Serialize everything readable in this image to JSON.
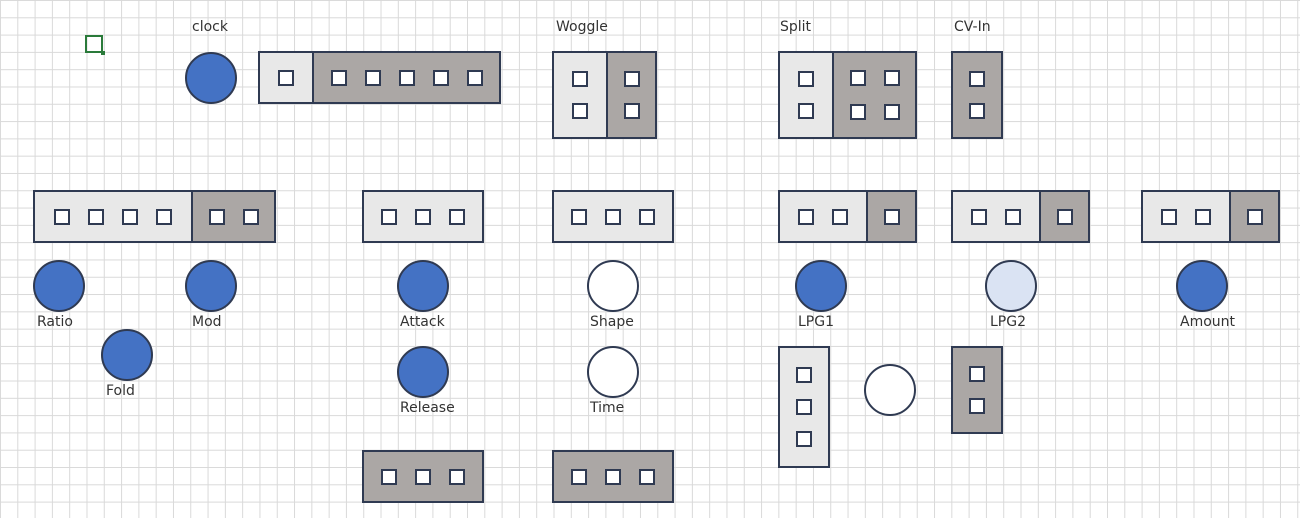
{
  "labels": {
    "clock": "clock",
    "woggle": "Woggle",
    "split": "Split",
    "cv_in": "CV-In",
    "ratio": "Ratio",
    "mod": "Mod",
    "fold": "Fold",
    "attack": "Attack",
    "release": "Release",
    "shape": "Shape",
    "time": "Time",
    "lpg1": "LPG1",
    "lpg2": "LPG2",
    "amount": "Amount"
  },
  "colors": {
    "knob_blue": "#4472c4",
    "knob_pale": "#dae3f3",
    "panel_light": "#e8e8e8",
    "panel_dark": "#aba7a5",
    "border": "#2f3a52",
    "grid": "#d9d9d9",
    "selection": "#2a7a3a"
  }
}
